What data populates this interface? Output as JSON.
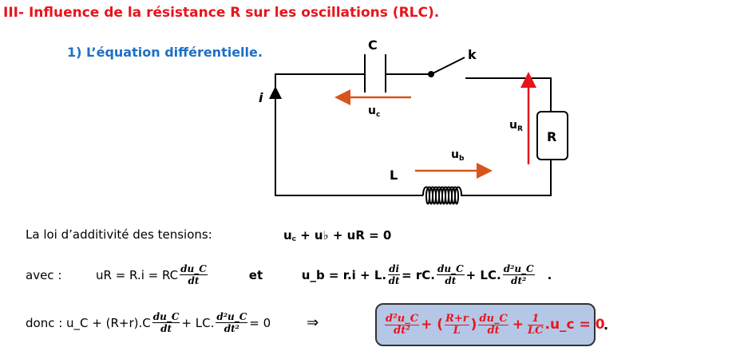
{
  "title": "III- Influence de la résistance R sur les oscillations (RLC).",
  "subtitle": "1)  L’équation différentielle.",
  "circuit": {
    "C": "C",
    "k": "k",
    "i": "i",
    "R": "R",
    "L": "L",
    "uc": "u",
    "uc_sub": "c",
    "ub": "u",
    "ub_sub": "b",
    "uR": "u",
    "uR_sub": "R",
    "colors": {
      "orange": "#d9541a",
      "red": "#e8141b"
    }
  },
  "additivity": {
    "label": "La loi d’additivité des tensions:",
    "eq": "u꜀ + u♭ + uR = 0"
  },
  "avec": {
    "label": "avec   :",
    "uR_eq": "uR = R.i = RC",
    "f1n": "du_C",
    "f1d": "dt",
    "et": "et",
    "ub_eq1": "u_b = r.i + L.",
    "f2n": "di",
    "f2d": "dt",
    "ub_eq2": "= rC.",
    "f3n": "du_C",
    "f3d": "dt",
    "ub_eq3": "+ LC.",
    "f4n": "d²u_C",
    "f4d": "dt²",
    "end": "."
  },
  "donc": {
    "label": "donc : u_C + (R+r).C",
    "f1n": "du_C",
    "f1d": "dt",
    "mid": "+ LC.",
    "f2n": "d²u_C",
    "f2d": "dt²",
    "end": "= 0",
    "implies": "⇒"
  },
  "result": {
    "f1n": "d²u_C",
    "f1d": "dt²",
    "plus1": "+ (",
    "f2n": "R+r",
    "f2d": "L",
    "paren": ")",
    "f3n": "du_C",
    "f3d": "dt",
    "plus2": "+",
    "f4n": "1",
    "f4d": "LC",
    "end": ".u_c = 0",
    "dot": "."
  }
}
